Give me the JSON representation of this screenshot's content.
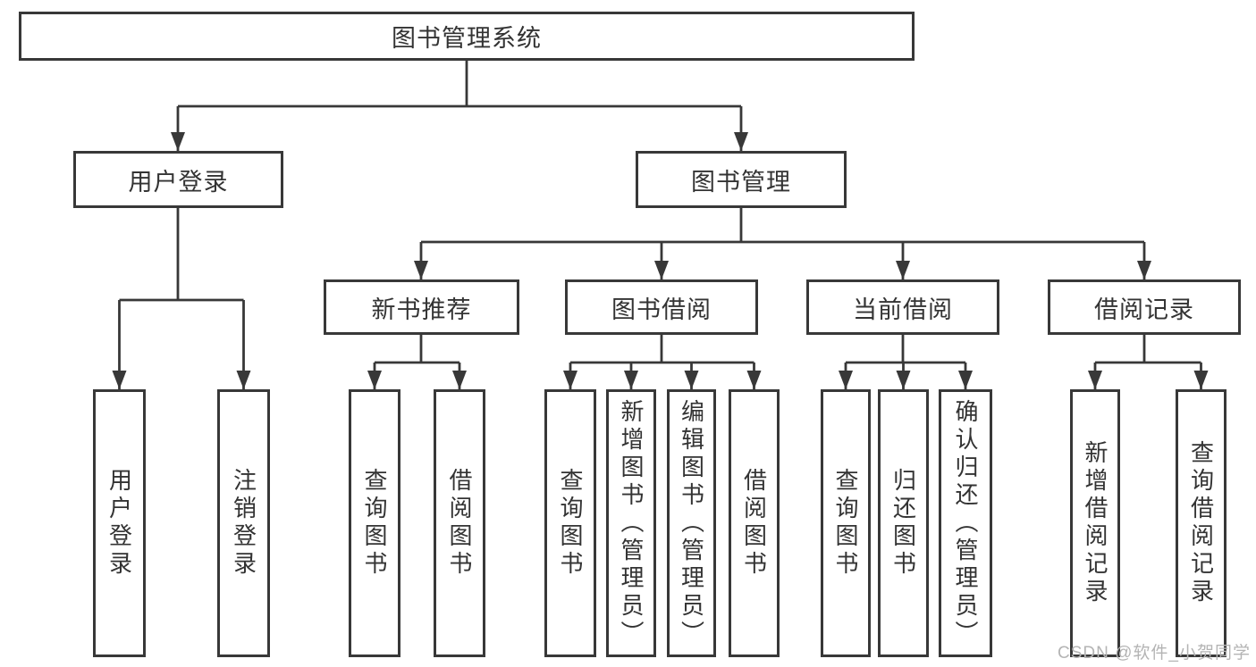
{
  "diagram": {
    "root": "图书管理系统",
    "branches": [
      {
        "label": "用户登录",
        "children": [
          {
            "label": "用户登录"
          },
          {
            "label": "注销登录"
          }
        ]
      },
      {
        "label": "图书管理",
        "children": [
          {
            "label": "新书推荐",
            "children": [
              {
                "label": "查询图书"
              },
              {
                "label": "借阅图书"
              }
            ]
          },
          {
            "label": "图书借阅",
            "children": [
              {
                "label": "查询图书"
              },
              {
                "label": "新增图书（管理员）"
              },
              {
                "label": "编辑图书（管理员）"
              },
              {
                "label": "借阅图书"
              }
            ]
          },
          {
            "label": "当前借阅",
            "children": [
              {
                "label": "查询图书"
              },
              {
                "label": "归还图书"
              },
              {
                "label": "确认归还（管理员）"
              }
            ]
          },
          {
            "label": "借阅记录",
            "children": [
              {
                "label": "新增借阅记录"
              },
              {
                "label": "查询借阅记录"
              }
            ]
          }
        ]
      }
    ]
  },
  "watermark": {
    "text": "CSDN @软件_小贺同学"
  },
  "colors": {
    "line": "#383838",
    "text": "#333333",
    "watermark": "#b4b4b4",
    "background": "#ffffff"
  }
}
